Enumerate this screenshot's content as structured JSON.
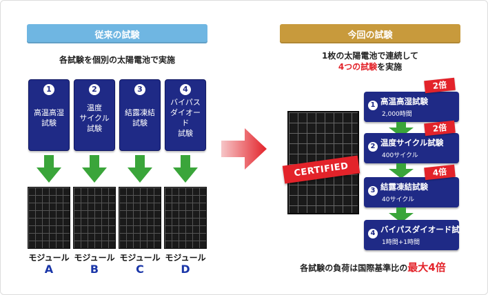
{
  "left": {
    "header": "従来の試験",
    "caption": "各試験を個別の太陽電池で実施",
    "tests": [
      {
        "num": "1",
        "label": "高温高湿\n試験"
      },
      {
        "num": "2",
        "label": "温度\nサイクル\n試験"
      },
      {
        "num": "3",
        "label": "結露凍結\n試験"
      },
      {
        "num": "4",
        "label": "バイパス\nダイオード\n試験"
      }
    ],
    "modules": [
      {
        "label": "モジュール",
        "letter": "A"
      },
      {
        "label": "モジュール",
        "letter": "B"
      },
      {
        "label": "モジュール",
        "letter": "C"
      },
      {
        "label": "モジュール",
        "letter": "D"
      }
    ]
  },
  "right": {
    "header": "今回の試験",
    "caption_line1": "1枚の太陽電池で連続して",
    "caption_line2_highlight": "4つの試験",
    "caption_line2_rest": "を実施",
    "certified_label": "CERTIFIED",
    "steps": [
      {
        "num": "1",
        "title": "高温高湿試験",
        "sub": "2,000時間",
        "multiplier": "2倍"
      },
      {
        "num": "2",
        "title": "温度サイクル試験",
        "sub": "400サイクル",
        "multiplier": "2倍"
      },
      {
        "num": "3",
        "title": "結露凍結試験",
        "sub": "40サイクル",
        "multiplier": "4倍"
      },
      {
        "num": "4",
        "title": "バイパスダイオード試験",
        "sub": "1時間+1時間",
        "multiplier": ""
      }
    ],
    "note_prefix": "各試験の負荷は国際基準比の",
    "note_highlight": "最大4倍"
  },
  "colors": {
    "left_header": "#6fb6e2",
    "right_header": "#c89a3c",
    "box_navy": "#1f2a86",
    "arrow_green": "#3aa53a",
    "accent_red": "#e3232a",
    "letter_blue": "#1a36a8"
  },
  "icons": {
    "down_arrow": "green-down-arrow-icon",
    "big_arrow": "red-right-arrow-icon"
  }
}
